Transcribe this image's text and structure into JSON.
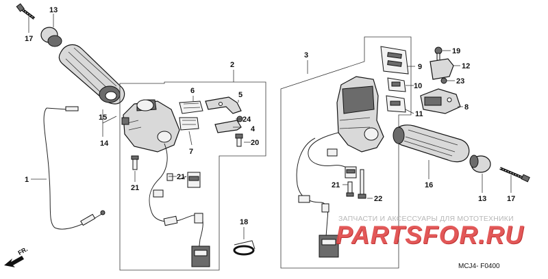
{
  "diagram": {
    "code": "MCJ4- F0400",
    "direction_label": "FR.",
    "watermark": {
      "subtitle": "ЗАПЧАСТИ И АКСЕССУАРЫ ДЛЯ МОТОТЕХНИКИ",
      "logo": "PARTSFOR.RU"
    },
    "callouts": {
      "c13a": "13",
      "c17a": "17",
      "c15": "15",
      "c14": "14",
      "c1": "1",
      "c2": "2",
      "c6": "6",
      "c5": "5",
      "c24": "24",
      "c4": "4",
      "c20": "20",
      "c7": "7",
      "c21a": "21",
      "c21b": "21",
      "c18": "18",
      "c3": "3",
      "c19": "19",
      "c9": "9",
      "c12": "12",
      "c10": "10",
      "c23": "23",
      "c11": "11",
      "c8": "8",
      "c21c": "21",
      "c22": "22",
      "c16": "16",
      "c13b": "13",
      "c17b": "17"
    }
  }
}
